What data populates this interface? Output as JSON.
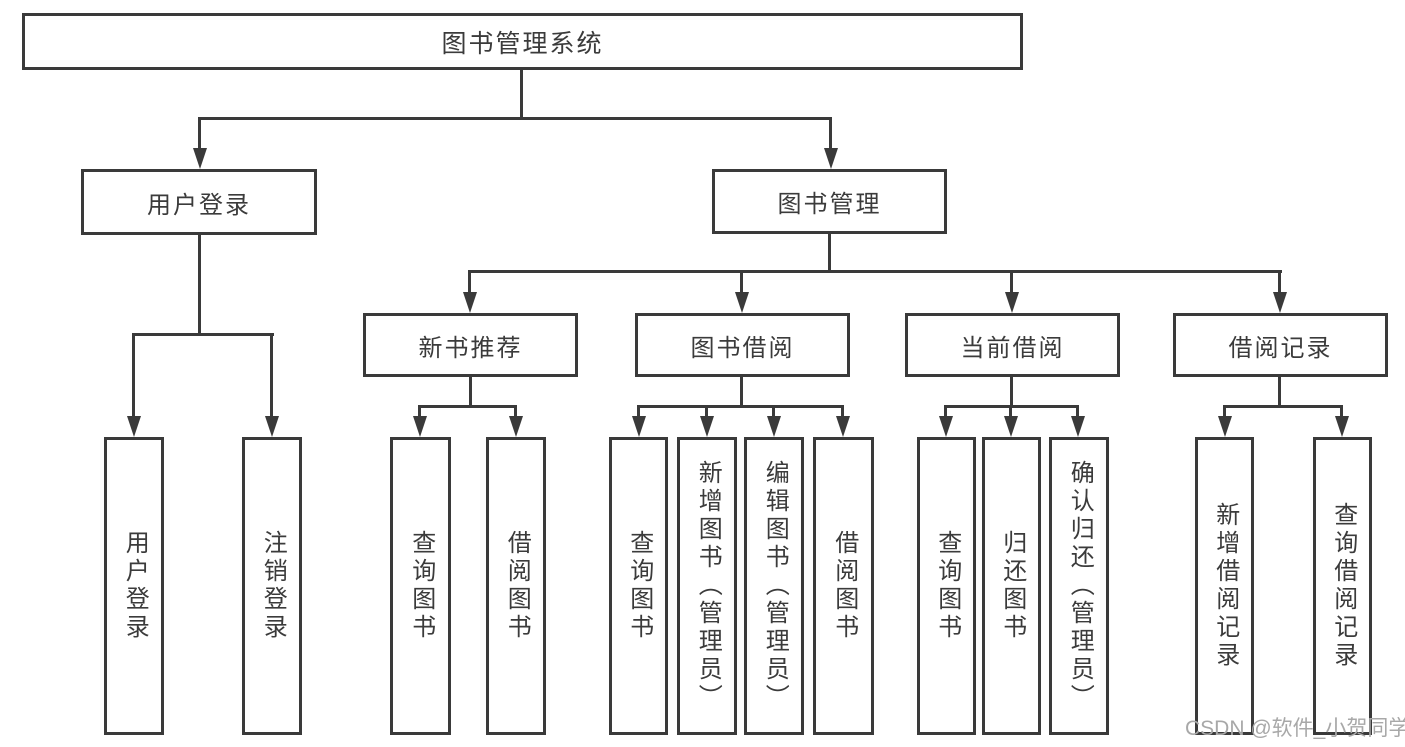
{
  "colors": {
    "line": "#3a3a3a",
    "text": "#3b3b3b",
    "background": "#ffffff",
    "watermark": "#a8a8a8"
  },
  "watermark": {
    "text": "CSDN @软件_小贺同学"
  },
  "nodes": {
    "root": {
      "label": "图书管理系统"
    },
    "level2": [
      {
        "label": "用户登录"
      },
      {
        "label": "图书管理"
      }
    ],
    "level3": [
      {
        "label": "新书推荐",
        "parent": "图书管理"
      },
      {
        "label": "图书借阅",
        "parent": "图书管理"
      },
      {
        "label": "当前借阅",
        "parent": "图书管理"
      },
      {
        "label": "借阅记录",
        "parent": "图书管理"
      }
    ],
    "leaves": [
      {
        "label": "用户登录",
        "parent": "用户登录"
      },
      {
        "label": "注销登录",
        "parent": "用户登录"
      },
      {
        "label": "查询图书",
        "parent": "新书推荐"
      },
      {
        "label": "借阅图书",
        "parent": "新书推荐"
      },
      {
        "label": "查询图书",
        "parent": "图书借阅"
      },
      {
        "label": "新增图书（管理员）",
        "parent": "图书借阅"
      },
      {
        "label": "编辑图书（管理员）",
        "parent": "图书借阅"
      },
      {
        "label": "借阅图书",
        "parent": "图书借阅"
      },
      {
        "label": "查询图书",
        "parent": "当前借阅"
      },
      {
        "label": "归还图书",
        "parent": "当前借阅"
      },
      {
        "label": "确认归还（管理员）",
        "parent": "当前借阅"
      },
      {
        "label": "新增借阅记录",
        "parent": "借阅记录"
      },
      {
        "label": "查询借阅记录",
        "parent": "借阅记录"
      }
    ]
  }
}
